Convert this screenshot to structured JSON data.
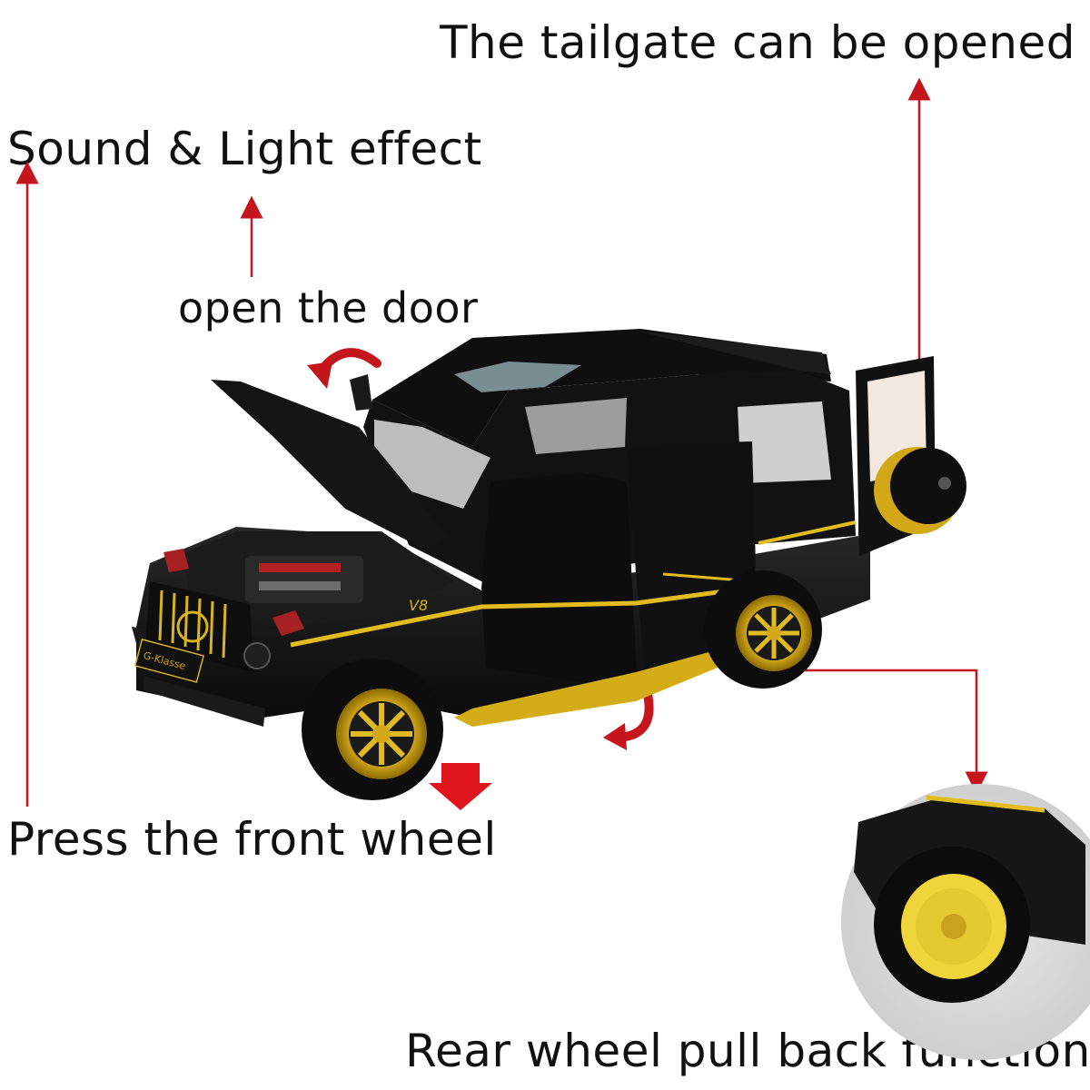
{
  "labels": {
    "tailgate": "The tailgate can be opened",
    "sound_light": "Sound & Light effect",
    "open_door": "open the door",
    "press_front_wheel": "Press the front wheel",
    "rear_wheel_pull_back": "Rear wheel pull back function"
  },
  "badges": {
    "engine": "V8",
    "plate": "G-Klasse"
  },
  "colors": {
    "arrow": "#c4161c",
    "body": "#141414",
    "trim": "#e2bb1c",
    "interior": "#8a3f22"
  },
  "icons": [
    "arrow-up-icon",
    "curved-arrow-icon",
    "down-arrow-icon"
  ]
}
